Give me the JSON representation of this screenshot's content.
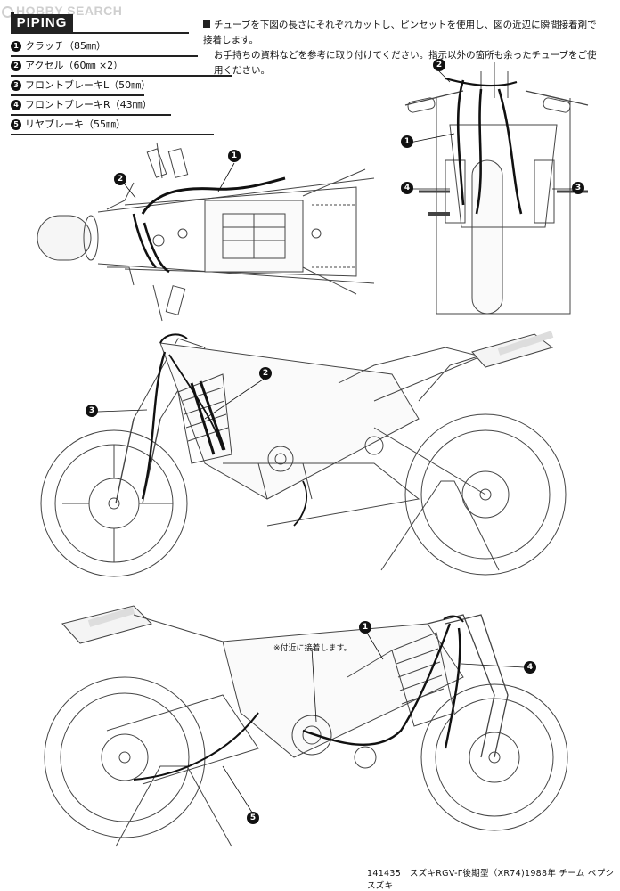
{
  "watermark": "HOBBY SEARCH",
  "header": {
    "title": "PIPING"
  },
  "note": {
    "line1": "チューブを下図の長さにそれぞれカットし、ピンセットを使用し、図の近辺に瞬間接着剤で接着します。",
    "line2": "お手持ちの資料などを参考に取り付けてください。指示以外の箇所も余ったチューブをご使用ください。"
  },
  "pieces": [
    {
      "num": "1",
      "label": "クラッチ（85㎜）"
    },
    {
      "num": "2",
      "label": "アクセル（60㎜ ×2）"
    },
    {
      "num": "3",
      "label": "フロントブレーキL（50㎜）"
    },
    {
      "num": "4",
      "label": "フロントブレーキR（43㎜）"
    },
    {
      "num": "5",
      "label": "リヤブレーキ（55㎜）"
    }
  ],
  "callouts": {
    "c1": "1",
    "c2": "2",
    "c3": "3",
    "c4": "4",
    "c5": "5"
  },
  "footnote": "※付近に接着します。",
  "footer": "141435　スズキRGV-Γ後期型（XR74)1988年 チーム ペプシ スズキ"
}
